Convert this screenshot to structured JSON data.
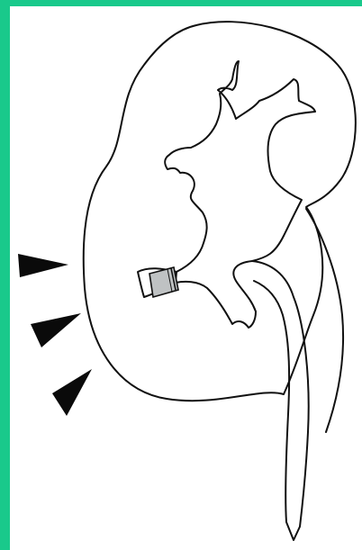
{
  "colors": {
    "frame": "#19c98b",
    "paper": "#ffffff",
    "outline": "#111111",
    "stent_fill": "#bfc2c3",
    "arrow_fill": "#0a0a0a"
  },
  "figure": {
    "subject": "kidney-with-ureter-and-collecting-system",
    "device": "stent-in-lower-calyx",
    "arrowhead_count": 3,
    "arrowhead_direction": "pointing-right"
  }
}
